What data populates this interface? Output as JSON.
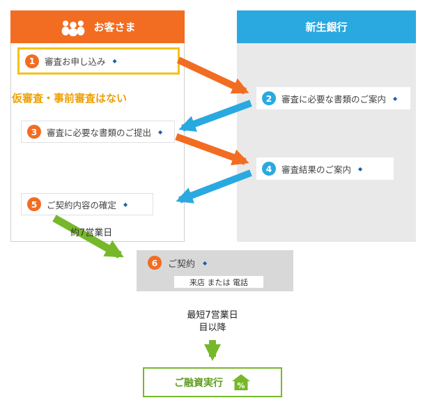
{
  "lanes": {
    "customer": "お客さま",
    "bank": "新生銀行"
  },
  "steps": [
    {
      "num": "1",
      "label": "審査お申し込み",
      "lane": "customer"
    },
    {
      "num": "2",
      "label": "審査に必要な書類のご案内",
      "lane": "bank"
    },
    {
      "num": "3",
      "label": "審査に必要な書類のご提出",
      "lane": "customer"
    },
    {
      "num": "4",
      "label": "審査結果のご案内",
      "lane": "bank"
    },
    {
      "num": "5",
      "label": "ご契約内容の確定",
      "lane": "customer"
    },
    {
      "num": "6",
      "label": "ご契約",
      "sub": "来店 または 電話",
      "lane": "shared"
    }
  ],
  "notes": {
    "no_preliminary": "仮審査・事前審査はない",
    "about_7_days": "約7営業日",
    "min_7_days": "最短7営業日\n目以降"
  },
  "final_step": {
    "label": "ご融資実行"
  },
  "icons": {
    "diamond": "◆",
    "percent": "%"
  },
  "colors": {
    "orange": "#f26c21",
    "blue": "#2aa9e0",
    "green": "#76b82a",
    "gold": "#f3c11b",
    "gray_box": "#d8d8d8",
    "note_orange": "#ef9f00"
  }
}
